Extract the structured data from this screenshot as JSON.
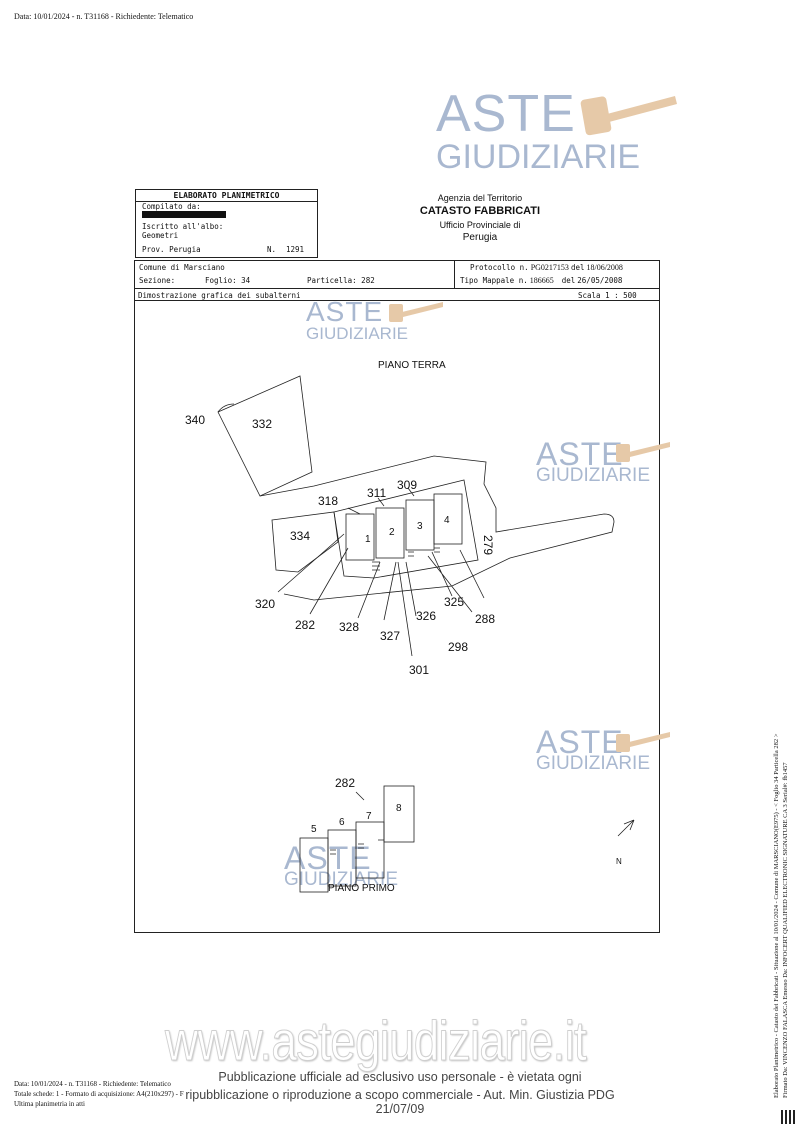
{
  "header_line": "Data: 10/01/2024 - n. T31168 - Richiedente: Telematico",
  "watermark": {
    "aste": "ASTE",
    "giudiziarie": "GIUDIZIARIE",
    "site": "www.astegiudiziarie.it"
  },
  "elaborato": {
    "title": "ELABORATO PLANIMETRICO",
    "compilato_label": "Compilato da:",
    "iscritto_label": "Iscritto all'albo:",
    "iscritto_value": "Geometri",
    "prov_label": "Prov. Perugia",
    "n_label": "N.",
    "n_value": "1291"
  },
  "agency": {
    "line1": "Agenzia del Territorio",
    "line2": "CATASTO FABBRICATI",
    "line3": "Ufficio Provinciale di",
    "line4": "Perugia"
  },
  "info": {
    "comune": "Comune di Marsciano",
    "sezione_label": "Sezione:",
    "foglio": "Foglio: 34",
    "particella": "Particella: 282",
    "protocollo_label": "Protocollo n.",
    "protocollo_value": "PG0217153",
    "protocollo_del": "del",
    "protocollo_date": "18/06/2008",
    "tipo_label": "Tipo Mappale n.",
    "tipo_value": "186665",
    "tipo_del": "del",
    "tipo_date": "26/05/2008",
    "dimostrazione": "Dimostrazione grafica dei subalterni",
    "scala": "Scala 1 : 500"
  },
  "plan": {
    "piano_terra": "PIANO TERRA",
    "piano_primo": "PIANO PRIMO",
    "north": "N",
    "parcel_labels": [
      "340",
      "332",
      "334",
      "318",
      "311",
      "309",
      "279",
      "320",
      "282",
      "328",
      "327",
      "326",
      "325",
      "298",
      "288",
      "301"
    ],
    "unit_labels_terra": [
      "1",
      "2",
      "3",
      "4"
    ],
    "unit_labels_primo": [
      "5",
      "6",
      "7",
      "8"
    ],
    "label_282_primo": "282"
  },
  "footer": {
    "line1": "Data: 10/01/2024 - n. T31168 - Richiedente: Telematico",
    "line2": "Totale schede: 1 - Formato di acquisizione: A4(210x297) - Formato stampa richiesto: A4(210x297)",
    "line3": "Ultima planimetria in atti",
    "notice1": "Pubblicazione ufficiale ad esclusivo uso personale - è vietata ogni",
    "notice2": "ripubblicazione o riproduzione a scopo commerciale - Aut. Min. Giustizia PDG 21/07/09"
  },
  "side_text": {
    "line1": "Elaborato Planimetrico - Catasto dei Fabbricati - Situazione al 10/01/2024 - Comune di MARSCIANO(E975) - < Foglio 34 Particella 282 >",
    "line2": "Firmato Da: VINCENZO FALASCA Emesso Da: INFOCERT QUALIFIED ELECTRONIC SIGNATURE CA 3 Serial#: fb1457"
  },
  "colors": {
    "watermark": "#a9b8d0",
    "gavel": "#e6c9a8",
    "ink": "#111111"
  }
}
